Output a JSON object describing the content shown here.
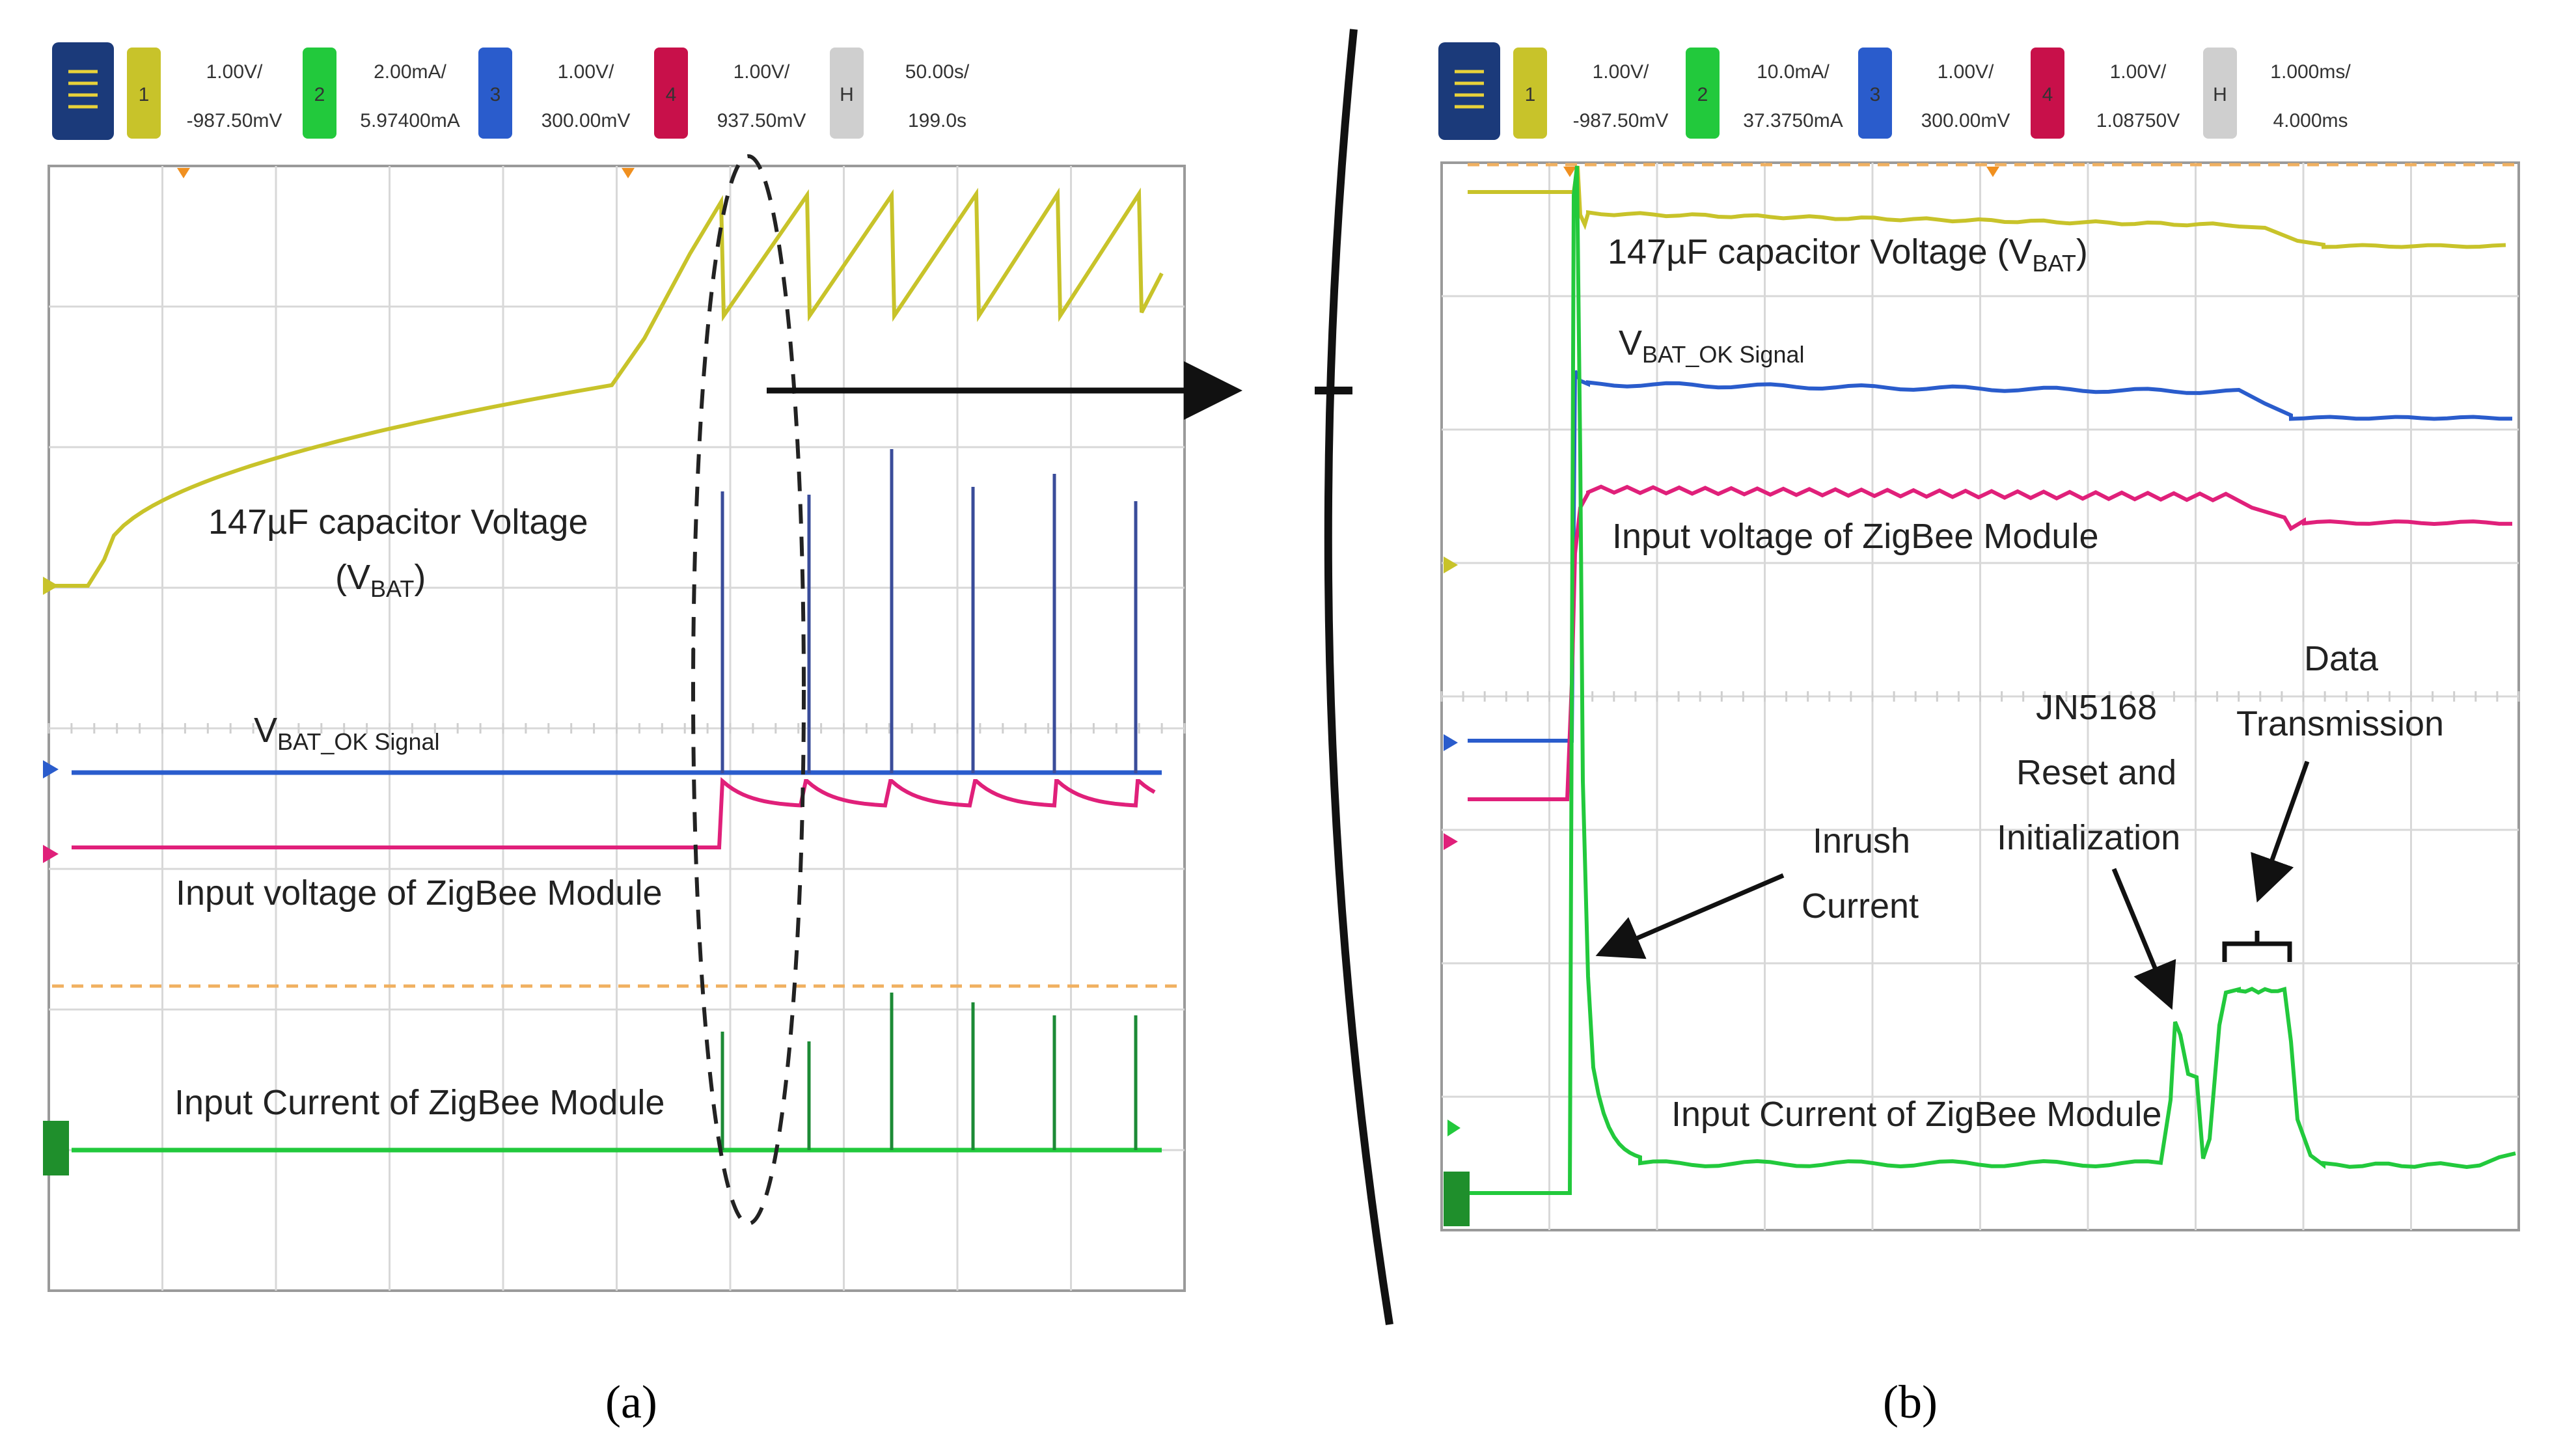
{
  "chart_data": [
    {
      "type": "line",
      "panel_label": "a",
      "toolbar": [
        {
          "ch": "1",
          "color": "#c8c32a",
          "top": "1.00V/",
          "bottom": "-987.50mV"
        },
        {
          "ch": "2",
          "color": "#22c93c",
          "top": "2.00mA/",
          "bottom": "5.97400mA"
        },
        {
          "ch": "3",
          "color": "#2a5ccc",
          "top": "1.00V/",
          "bottom": "300.00mV"
        },
        {
          "ch": "4",
          "color": "#c8104a",
          "top": "1.00V/",
          "bottom": "937.50mV"
        },
        {
          "ch": "H",
          "color": "#cfcfcf",
          "top": "50.00s/",
          "bottom": "199.0s"
        }
      ],
      "annotations": {
        "vbat_1": "147µF capacitor Voltage",
        "vbat_2_pre": "(V",
        "vbat_2_sub": "BAT",
        "vbat_2_post": ")",
        "ok_main": "V",
        "ok_sub": "BAT_OK Signal",
        "zigbee_v": "Input voltage of ZigBee Module",
        "zigbee_i": "Input Current of ZigBee Module"
      },
      "series": [
        {
          "name": "147µF capacitor Voltage (VBAT)",
          "color": "#c8c32a"
        },
        {
          "name": "VBAT_OK Signal",
          "color": "#2a5ccc"
        },
        {
          "name": "Input voltage of ZigBee Module",
          "color": "#e0207a"
        },
        {
          "name": "Input Current of ZigBee Module",
          "color": "#22c93c"
        }
      ]
    },
    {
      "type": "line",
      "panel_label": "b",
      "toolbar": [
        {
          "ch": "1",
          "color": "#c8c32a",
          "top": "1.00V/",
          "bottom": "-987.50mV"
        },
        {
          "ch": "2",
          "color": "#22c93c",
          "top": "10.0mA/",
          "bottom": "37.3750mA"
        },
        {
          "ch": "3",
          "color": "#2a5ccc",
          "top": "1.00V/",
          "bottom": "300.00mV"
        },
        {
          "ch": "4",
          "color": "#c8104a",
          "top": "1.00V/",
          "bottom": "1.08750V"
        },
        {
          "ch": "H",
          "color": "#cfcfcf",
          "top": "1.000ms/",
          "bottom": "4.000ms"
        }
      ],
      "annotations": {
        "vbat_pre": "147µF capacitor Voltage (V",
        "vbat_sub": "BAT",
        "vbat_post": ")",
        "ok_main": "V",
        "ok_sub": "BAT_OK Signal",
        "zigbee_v": "Input voltage of ZigBee Module",
        "zigbee_i": "Input Current of ZigBee Module",
        "inrush_1": "Inrush",
        "inrush_2": "Current",
        "jn_1": "JN5168",
        "jn_2": "Reset and",
        "jn_3": "Initialization",
        "data_1": "Data",
        "data_2": "Transmission"
      },
      "series": [
        {
          "name": "147µF capacitor Voltage (VBAT)",
          "color": "#c8c32a"
        },
        {
          "name": "VBAT_OK Signal",
          "color": "#2a5ccc"
        },
        {
          "name": "Input voltage of ZigBee Module",
          "color": "#e0207a"
        },
        {
          "name": "Input Current of ZigBee Module",
          "color": "#22c93c"
        }
      ]
    }
  ],
  "captions": {
    "a": "(a)",
    "b": "(b)"
  }
}
